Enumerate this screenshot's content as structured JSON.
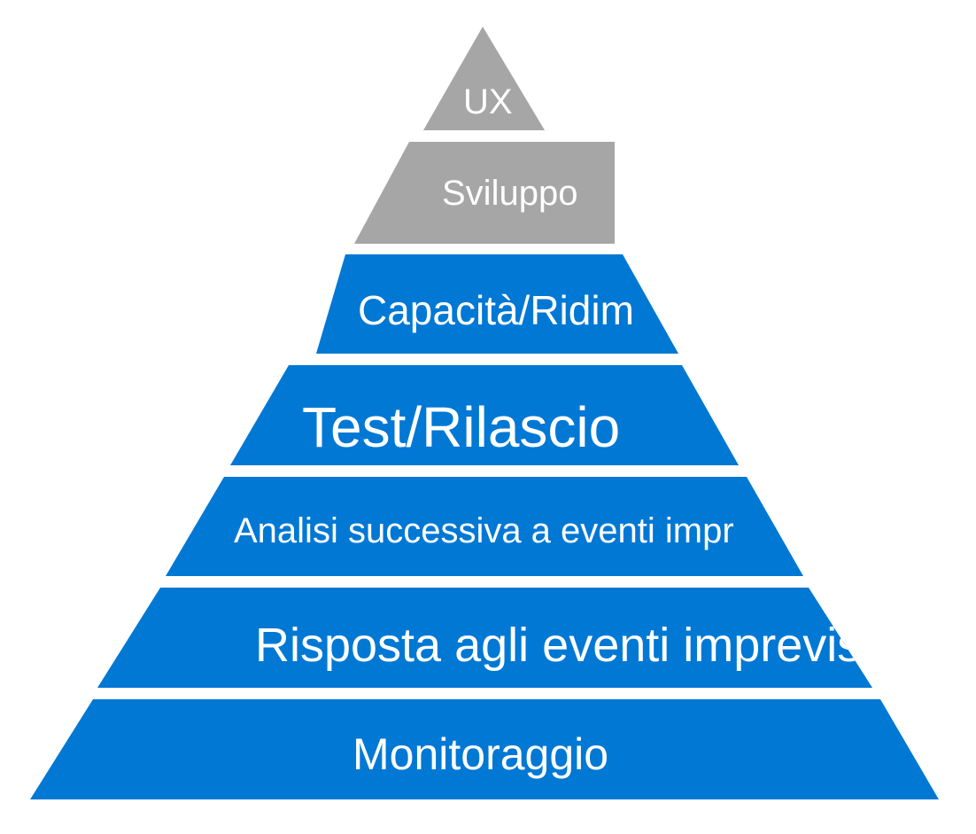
{
  "diagram": {
    "type": "pyramid",
    "colors": {
      "grey_tier": "#a6a6a6",
      "blue_tier": "#0078d4",
      "label_text": "#ffffff",
      "background": "#ffffff"
    },
    "tiers": [
      {
        "label": "UX",
        "color": "#a6a6a6"
      },
      {
        "label": "Sviluppo",
        "color": "#a6a6a6"
      },
      {
        "label": "Capacità/Ridim",
        "color": "#0078d4"
      },
      {
        "label": "Test/Rilascio",
        "color": "#0078d4"
      },
      {
        "label": "Analisi successiva a eventi impr",
        "color": "#0078d4"
      },
      {
        "label": "Risposta agli eventi imprevis",
        "color": "#0078d4"
      },
      {
        "label": "Monitoraggio",
        "color": "#0078d4"
      }
    ]
  }
}
